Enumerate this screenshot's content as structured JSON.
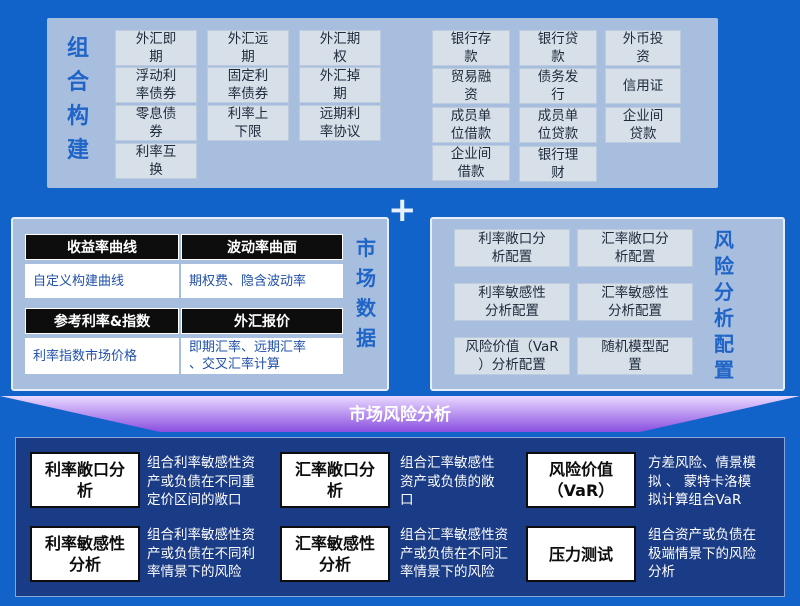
{
  "portfolio": {
    "title": "组\n合\n构\n建",
    "items": [
      "外汇即\n期",
      "外汇远\n期",
      "外汇期\n权",
      "浮动利\n率债券",
      "固定利\n率债券",
      "外汇掉\n期",
      "零息债\n券",
      "利率上\n下限",
      "远期利\n率协议",
      "利率互\n换",
      "银行存\n款",
      "银行贷\n款",
      "外币投\n资",
      "贸易融\n资",
      "债务发\n行",
      "信用证",
      "成员单\n位借款",
      "成员单\n位贷款",
      "企业间\n贷款",
      "企业间\n借款",
      "银行理\n财"
    ]
  },
  "plus": "+",
  "market": {
    "title": "市\n场\n数\n据",
    "yield_header": "收益率曲线",
    "yield_desc": "自定义构建曲线",
    "vol_header": "波动率曲面",
    "vol_desc": "期权费、隐含波动率",
    "ref_header": "参考利率&指数",
    "ref_desc": "利率指数市场价格",
    "fx_header": "外汇报价",
    "fx_desc": "即期汇率、远期汇率\n、交叉汇率计算"
  },
  "risk": {
    "title": "风\n险\n分\n析\n配\n置",
    "items": [
      "利率敞口分\n析配置",
      "汇率敞口分\n析配置",
      "利率敏感性\n分析配置",
      "汇率敏感性\n分析配置",
      "风险价值（VaR\n）分析配置",
      "随机模型配\n置"
    ]
  },
  "banner": {
    "label": "市场风险分析"
  },
  "analysis": {
    "items": [
      {
        "name": "利率敞口分\n析",
        "desc": "组合利率敏感性资\n产或负债在不同重\n定价区间的敞口"
      },
      {
        "name": "汇率敞口分\n析",
        "desc": "组合汇率敏感性\n资产或负债的敞\n口"
      },
      {
        "name": "风险价值\n（VaR）",
        "desc": "方差风险、情景模\n拟 、 蒙特卡洛模\n拟计算组合VaR"
      },
      {
        "name": "利率敏感性\n分析",
        "desc": "组合利率敏感性资\n产或负债在不同利\n率情景下的风险"
      },
      {
        "name": "汇率敏感性\n分析",
        "desc": "组合汇率敏感性资\n产或负债在不同汇\n率情景下的风险"
      },
      {
        "name": "压力测试",
        "desc": "组合资产或负债在\n极端情景下的风险\n分析"
      }
    ]
  },
  "colors": {
    "background": "#1163c9",
    "panel": "#a8bedf",
    "cell": "#d7dfe9",
    "title_blue": "#1f64c7",
    "analysis_bg": "#1a3b86",
    "banner_purple": "#8a4fe0"
  }
}
